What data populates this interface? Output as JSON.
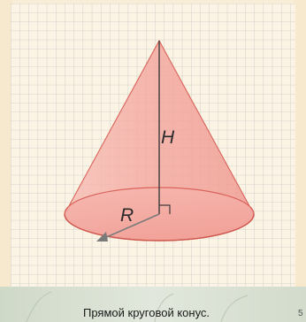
{
  "figure": {
    "height_label": "H",
    "radius_label": "R",
    "caption": "Прямой круговой конус.",
    "edge_marker": "5"
  },
  "colors": {
    "background": "#f8edd6",
    "grid_panel": "#fbf3e3",
    "grid_line": "#c9c9c9",
    "cone_fill": "#f4a8a0",
    "cone_edge": "#d9635a",
    "axis_line": "#3c3c3c",
    "radius_arrow": "#7a7a7a",
    "caption_band": "#d5dece"
  },
  "icons": {
    "right_angle_marker": "right-angle-icon",
    "radius_arrowhead": "arrowhead-icon"
  }
}
